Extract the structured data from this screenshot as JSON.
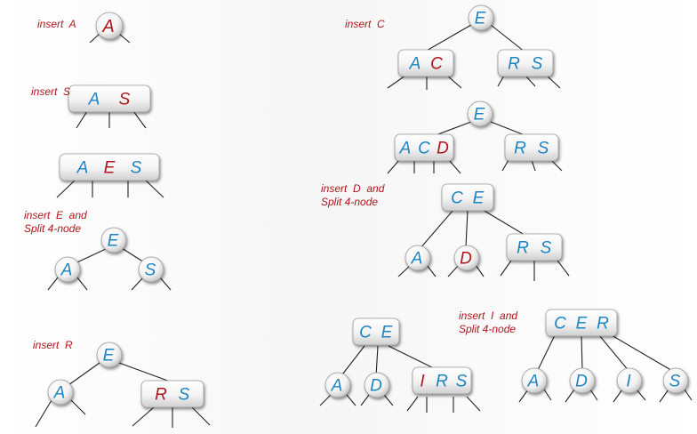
{
  "colors": {
    "blue": "#1f84c4",
    "red": "#b0161b",
    "line": "#222222"
  },
  "captions": {
    "insert_a": "insert  A",
    "insert_s": "insert  S",
    "insert_e": "insert  E  and\nSplit 4-node",
    "insert_r": "insert  R",
    "insert_c": "insert  C",
    "insert_d": "insert  D  and\nSplit 4-node",
    "insert_i": "insert  I  and\nSplit 4-node"
  },
  "keys": {
    "A": "A",
    "S": "S",
    "E": "E",
    "R": "R",
    "C": "C",
    "D": "D",
    "I": "I"
  },
  "trees": {
    "insert_a": {
      "root": [
        {
          "k": "A",
          "c": "red"
        }
      ]
    },
    "insert_s": {
      "root": [
        {
          "k": "A",
          "c": "blue"
        },
        {
          "k": "S",
          "c": "red"
        }
      ]
    },
    "four_node": {
      "root": [
        {
          "k": "A",
          "c": "blue"
        },
        {
          "k": "E",
          "c": "red"
        },
        {
          "k": "S",
          "c": "blue"
        }
      ]
    },
    "split_e": {
      "root": [
        {
          "k": "E",
          "c": "blue"
        }
      ],
      "children": [
        [
          "A"
        ],
        [
          "S"
        ]
      ]
    },
    "insert_r": {
      "root": [
        {
          "k": "E",
          "c": "blue"
        }
      ],
      "children": [
        [
          "A"
        ],
        [
          "R",
          "S"
        ]
      ],
      "new": "R"
    },
    "insert_c": {
      "root": [
        {
          "k": "E",
          "c": "blue"
        }
      ],
      "children": [
        [
          "A",
          "C"
        ],
        [
          "R",
          "S"
        ]
      ],
      "new": "C"
    },
    "insert_d_before": {
      "root": [
        {
          "k": "E",
          "c": "blue"
        }
      ],
      "children": [
        [
          "A",
          "C",
          "D"
        ],
        [
          "R",
          "S"
        ]
      ],
      "new": "D"
    },
    "split_d": {
      "root": [
        {
          "k": "C",
          "c": "blue"
        },
        {
          "k": "E",
          "c": "blue"
        }
      ],
      "children": [
        [
          "A"
        ],
        [
          "D"
        ],
        [
          "R",
          "S"
        ]
      ],
      "new": "D"
    },
    "insert_i_before": {
      "root": [
        {
          "k": "C",
          "c": "blue"
        },
        {
          "k": "E",
          "c": "blue"
        }
      ],
      "children": [
        [
          "A"
        ],
        [
          "D"
        ],
        [
          "I",
          "R",
          "S"
        ]
      ],
      "new": "I"
    },
    "split_i": {
      "root": [
        {
          "k": "C",
          "c": "blue"
        },
        {
          "k": "E",
          "c": "blue"
        },
        {
          "k": "R",
          "c": "blue"
        }
      ],
      "children": [
        [
          "A"
        ],
        [
          "D"
        ],
        [
          "I"
        ],
        [
          "S"
        ]
      ]
    }
  }
}
